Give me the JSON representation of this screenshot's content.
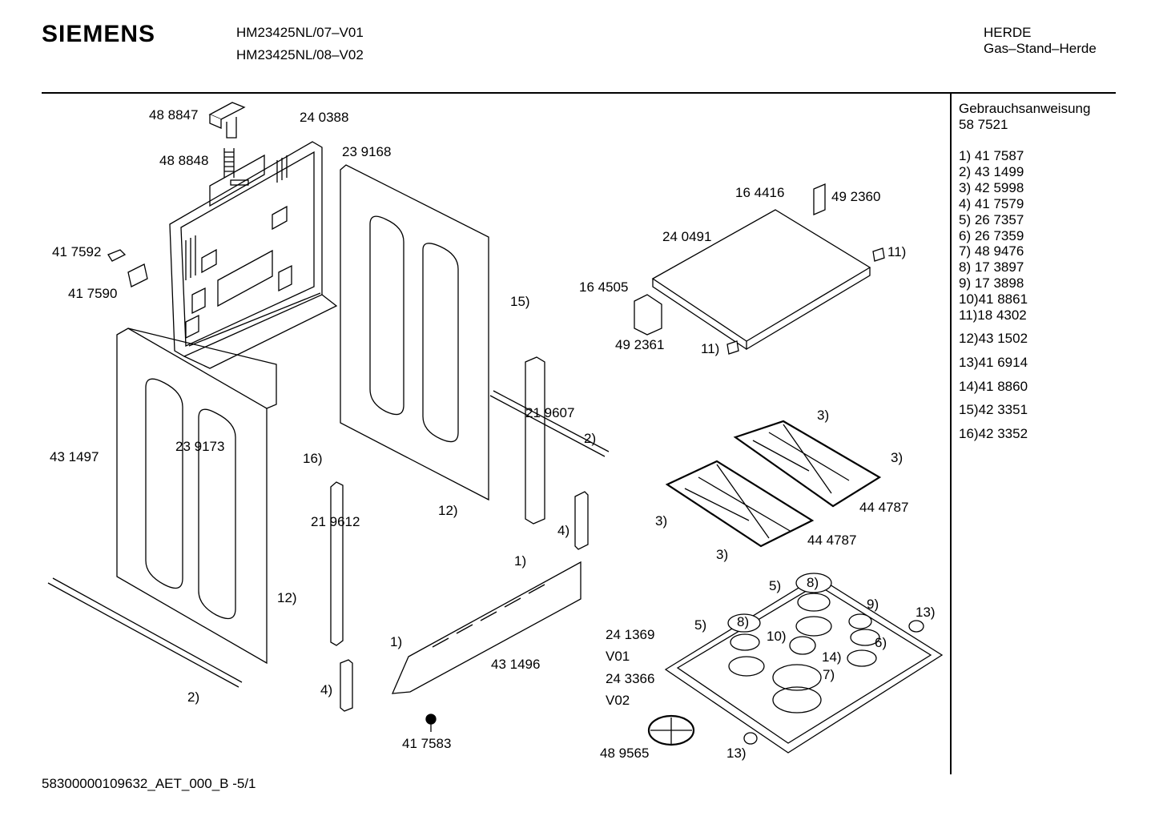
{
  "header": {
    "brand": "SIEMENS",
    "model_1": "HM23425NL/07–V01",
    "model_2": "HM23425NL/08–V02",
    "category": "HERDE",
    "subcategory": "Gas–Stand–Herde"
  },
  "sidebar": {
    "manual_label": "Gebrauchsanweisung",
    "manual_number": "58 7521",
    "parts": [
      "1) 41 7587",
      "2) 43 1499",
      "3) 42 5998",
      "4) 41 7579",
      "5) 26 7357",
      "6) 26 7359",
      "7) 48 9476",
      "8) 17 3897",
      "9) 17 3898",
      "10)41 8861",
      "11)18 4302",
      "12)43 1502",
      "13)41 6914",
      "14)41 8860",
      "15)42 3351",
      "16)42 3352"
    ]
  },
  "labels": {
    "l488847": "48 8847",
    "l240388": "24 0388",
    "l488848": "48 8848",
    "l239168": "23 9168",
    "l417592": "41 7592",
    "l417590": "41 7590",
    "l164416": "16 4416",
    "l492360": "49 2360",
    "l240491": "24 0491",
    "l11a": "11)",
    "l164505": "16 4505",
    "l15": "15)",
    "l492361": "49 2361",
    "l11b": "11)",
    "l219607": "21 9607",
    "l2a": "2)",
    "l3a": "3)",
    "l3b": "3)",
    "l431497": "43 1497",
    "l239173": "23 9173",
    "l16": "16)",
    "l12a": "12)",
    "l4a": "4)",
    "l444787a": "44 4787",
    "l3c": "3)",
    "l219612": "21 9612",
    "l444787b": "44 4787",
    "l3d": "3)",
    "l1a": "1)",
    "l12b": "12)",
    "l5a": "5)",
    "l8a": "8)",
    "l9": "9)",
    "l13a": "13)",
    "l241369": "24 1369",
    "l5b": "5)",
    "l8b": "8)",
    "l10": "10)",
    "l6": "6)",
    "lV01": "V01",
    "l1b": "1)",
    "l431496": "43 1496",
    "l14": "14)",
    "l243366": "24 3366",
    "l7": "7)",
    "lV02": "V02",
    "l4b": "4)",
    "l2b": "2)",
    "l417583": "41 7583",
    "l489565": "48 9565",
    "l13b": "13)"
  },
  "footer": {
    "code": "58300000109632_AET_000_B  -5/1"
  }
}
